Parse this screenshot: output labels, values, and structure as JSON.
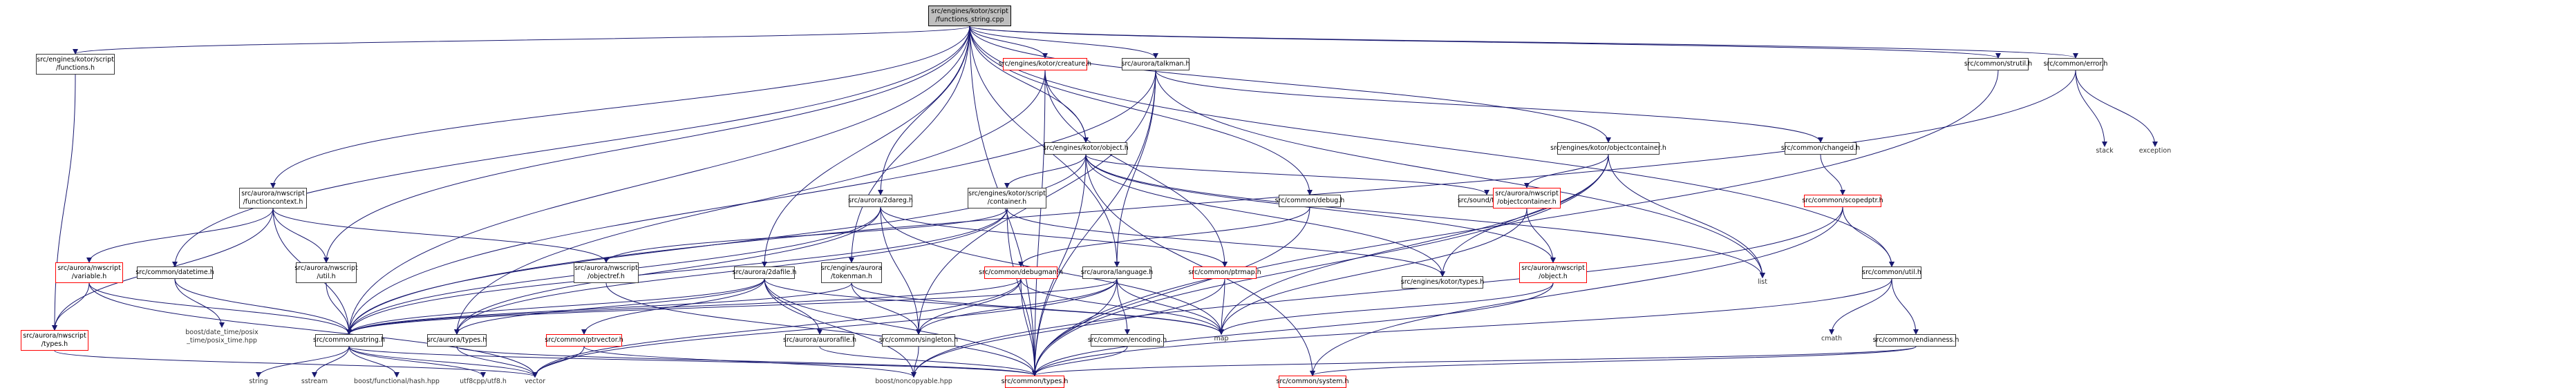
{
  "colors": {
    "edge": "#191970",
    "node_border": "#3a3a3a",
    "red_border": "#ff0000",
    "root_fill": "#bfbfbf"
  },
  "nodes": [
    {
      "id": "root",
      "label": "src/engines/kotor/script\n/functions_string.cpp",
      "style": "root"
    },
    {
      "id": "functions",
      "label": "src/engines/kotor/script\n/functions.h",
      "style": "box"
    },
    {
      "id": "creature",
      "label": "src/engines/kotor/creature.h",
      "style": "red"
    },
    {
      "id": "talkman",
      "label": "src/aurora/talkman.h",
      "style": "box"
    },
    {
      "id": "strutil",
      "label": "src/common/strutil.h",
      "style": "box"
    },
    {
      "id": "error",
      "label": "src/common/error.h",
      "style": "box"
    },
    {
      "id": "object",
      "label": "src/engines/kotor/object.h",
      "style": "box"
    },
    {
      "id": "objcontainer",
      "label": "src/engines/kotor/objectcontainer.h",
      "style": "box"
    },
    {
      "id": "changeid",
      "label": "src/common/changeid.h",
      "style": "box"
    },
    {
      "id": "stack",
      "label": "stack",
      "style": "plain"
    },
    {
      "id": "exception",
      "label": "exception",
      "style": "plain"
    },
    {
      "id": "funccontext",
      "label": "src/aurora/nwscript\n/functioncontext.h",
      "style": "box"
    },
    {
      "id": "container",
      "label": "src/engines/kotor/script\n/container.h",
      "style": "box"
    },
    {
      "id": "twoda",
      "label": "src/aurora/2dareg.h",
      "style": "box"
    },
    {
      "id": "debug",
      "label": "src/common/debug.h",
      "style": "box"
    },
    {
      "id": "soundtypes",
      "label": "src/sound/types.h",
      "style": "box"
    },
    {
      "id": "nwobjcontainer",
      "label": "src/aurora/nwscript\n/objectcontainer.h",
      "style": "red"
    },
    {
      "id": "scopedptr",
      "label": "src/common/scopedptr.h",
      "style": "red"
    },
    {
      "id": "variable",
      "label": "src/aurora/nwscript\n/variable.h",
      "style": "red"
    },
    {
      "id": "datetime",
      "label": "src/common/datetime.h",
      "style": "box"
    },
    {
      "id": "nwutil",
      "label": "src/aurora/nwscript\n/util.h",
      "style": "box"
    },
    {
      "id": "objectref",
      "label": "src/aurora/nwscript\n/objectref.h",
      "style": "box"
    },
    {
      "id": "twodafile",
      "label": "src/aurora/2dafile.h",
      "style": "box"
    },
    {
      "id": "tokenman",
      "label": "src/engines/aurora\n/tokenman.h",
      "style": "box"
    },
    {
      "id": "debugman",
      "label": "src/common/debugman.h",
      "style": "red"
    },
    {
      "id": "language",
      "label": "src/aurora/language.h",
      "style": "box"
    },
    {
      "id": "ptrmap",
      "label": "src/common/ptrmap.h",
      "style": "red"
    },
    {
      "id": "kotortypes",
      "label": "src/engines/kotor/types.h",
      "style": "box"
    },
    {
      "id": "nwobject",
      "label": "src/aurora/nwscript\n/object.h",
      "style": "red"
    },
    {
      "id": "list",
      "label": "list",
      "style": "plain"
    },
    {
      "id": "util",
      "label": "src/common/util.h",
      "style": "box"
    },
    {
      "id": "nwtypes",
      "label": "src/aurora/nwscript\n/types.h",
      "style": "red"
    },
    {
      "id": "boostdt",
      "label": "boost/date_time/posix\n_time/posix_time.hpp",
      "style": "plain"
    },
    {
      "id": "ustring",
      "label": "src/common/ustring.h",
      "style": "box"
    },
    {
      "id": "auroratypes",
      "label": "src/aurora/types.h",
      "style": "box"
    },
    {
      "id": "ptrvector",
      "label": "src/common/ptrvector.h",
      "style": "red"
    },
    {
      "id": "aurorafile",
      "label": "src/aurora/aurorafile.h",
      "style": "box"
    },
    {
      "id": "singleton",
      "label": "src/common/singleton.h",
      "style": "box"
    },
    {
      "id": "encoding",
      "label": "src/common/encoding.h",
      "style": "box"
    },
    {
      "id": "map",
      "label": "map",
      "style": "plain"
    },
    {
      "id": "cmath",
      "label": "cmath",
      "style": "plain"
    },
    {
      "id": "endianness",
      "label": "src/common/endianness.h",
      "style": "box"
    },
    {
      "id": "string",
      "label": "string",
      "style": "plain"
    },
    {
      "id": "sstream",
      "label": "sstream",
      "style": "plain"
    },
    {
      "id": "boosthash",
      "label": "boost/functional/hash.hpp",
      "style": "plain"
    },
    {
      "id": "utf8cpp",
      "label": "utf8cpp/utf8.h",
      "style": "plain"
    },
    {
      "id": "vector",
      "label": "vector",
      "style": "plain"
    },
    {
      "id": "noncopyable",
      "label": "boost/noncopyable.hpp",
      "style": "plain"
    },
    {
      "id": "commontypes",
      "label": "src/common/types.h",
      "style": "red"
    },
    {
      "id": "system",
      "label": "src/common/system.h",
      "style": "red"
    }
  ],
  "edges": [
    [
      "root",
      "functions"
    ],
    [
      "root",
      "creature"
    ],
    [
      "root",
      "talkman"
    ],
    [
      "root",
      "strutil"
    ],
    [
      "root",
      "error"
    ],
    [
      "root",
      "object"
    ],
    [
      "root",
      "objcontainer"
    ],
    [
      "root",
      "funccontext"
    ],
    [
      "root",
      "twoda"
    ],
    [
      "root",
      "debug"
    ],
    [
      "root",
      "datetime"
    ],
    [
      "root",
      "nwutil"
    ],
    [
      "root",
      "twodafile"
    ],
    [
      "root",
      "tokenman"
    ],
    [
      "root",
      "language"
    ],
    [
      "root",
      "util"
    ],
    [
      "root",
      "ustring"
    ],
    [
      "root",
      "commontypes"
    ],
    [
      "functions",
      "nwtypes"
    ],
    [
      "creature",
      "object"
    ],
    [
      "creature",
      "ptrmap"
    ],
    [
      "creature",
      "auroratypes"
    ],
    [
      "creature",
      "commontypes"
    ],
    [
      "talkman",
      "language"
    ],
    [
      "talkman",
      "singleton"
    ],
    [
      "talkman",
      "changeid"
    ],
    [
      "talkman",
      "ustring"
    ],
    [
      "talkman",
      "commontypes"
    ],
    [
      "talkman",
      "list"
    ],
    [
      "strutil",
      "commontypes"
    ],
    [
      "error",
      "stack"
    ],
    [
      "error",
      "exception"
    ],
    [
      "error",
      "ustring"
    ],
    [
      "object",
      "container"
    ],
    [
      "object",
      "kotortypes"
    ],
    [
      "object",
      "nwobject"
    ],
    [
      "object",
      "soundtypes"
    ],
    [
      "object",
      "list"
    ],
    [
      "object",
      "ustring"
    ],
    [
      "object",
      "commontypes"
    ],
    [
      "object",
      "system"
    ],
    [
      "objcontainer",
      "nwobjcontainer"
    ],
    [
      "objcontainer",
      "kotortypes"
    ],
    [
      "objcontainer",
      "list"
    ],
    [
      "objcontainer",
      "map"
    ],
    [
      "objcontainer",
      "commontypes"
    ],
    [
      "changeid",
      "scopedptr"
    ],
    [
      "funccontext",
      "variable"
    ],
    [
      "funccontext",
      "nwtypes"
    ],
    [
      "funccontext",
      "objectref"
    ],
    [
      "funccontext",
      "nwutil"
    ],
    [
      "funccontext",
      "ustring"
    ],
    [
      "container",
      "objectref"
    ],
    [
      "container",
      "ustring"
    ],
    [
      "container",
      "auroratypes"
    ],
    [
      "container",
      "commontypes"
    ],
    [
      "container",
      "kotortypes"
    ],
    [
      "twoda",
      "ptrmap"
    ],
    [
      "twoda",
      "singleton"
    ],
    [
      "twoda",
      "ustring"
    ],
    [
      "twoda",
      "auroratypes"
    ],
    [
      "twoda",
      "map"
    ],
    [
      "debug",
      "debugman"
    ],
    [
      "debug",
      "commontypes"
    ],
    [
      "nwobjcontainer",
      "nwobject"
    ],
    [
      "nwobjcontainer",
      "map"
    ],
    [
      "scopedptr",
      "util"
    ],
    [
      "scopedptr",
      "noncopyable"
    ],
    [
      "scopedptr",
      "system"
    ],
    [
      "variable",
      "nwtypes"
    ],
    [
      "variable",
      "ustring"
    ],
    [
      "variable",
      "vector"
    ],
    [
      "datetime",
      "ustring"
    ],
    [
      "datetime",
      "boostdt"
    ],
    [
      "nwutil",
      "ustring"
    ],
    [
      "objectref",
      "commontypes"
    ],
    [
      "twodafile",
      "ustring"
    ],
    [
      "twodafile",
      "aurorafile"
    ],
    [
      "twodafile",
      "ptrvector"
    ],
    [
      "twodafile",
      "auroratypes"
    ],
    [
      "twodafile",
      "map"
    ],
    [
      "twodafile",
      "noncopyable"
    ],
    [
      "twodafile",
      "commontypes"
    ],
    [
      "tokenman",
      "singleton"
    ],
    [
      "tokenman",
      "ustring"
    ],
    [
      "tokenman",
      "map"
    ],
    [
      "debugman",
      "singleton"
    ],
    [
      "debugman",
      "ustring"
    ],
    [
      "debugman",
      "map"
    ],
    [
      "debugman",
      "vector"
    ],
    [
      "debugman",
      "commontypes"
    ],
    [
      "language",
      "singleton"
    ],
    [
      "language",
      "encoding"
    ],
    [
      "language",
      "map"
    ],
    [
      "language",
      "ustring"
    ],
    [
      "language",
      "vector"
    ],
    [
      "language",
      "commontypes"
    ],
    [
      "ptrmap",
      "map"
    ],
    [
      "ptrmap",
      "noncopyable"
    ],
    [
      "nwobject",
      "map"
    ],
    [
      "nwobject",
      "commontypes"
    ],
    [
      "util",
      "cmath"
    ],
    [
      "util",
      "endianness"
    ],
    [
      "util",
      "commontypes"
    ],
    [
      "nwtypes",
      "vector"
    ],
    [
      "ustring",
      "string"
    ],
    [
      "ustring",
      "sstream"
    ],
    [
      "ustring",
      "boosthash"
    ],
    [
      "ustring",
      "utf8cpp"
    ],
    [
      "ustring",
      "vector"
    ],
    [
      "ustring",
      "commontypes"
    ],
    [
      "auroratypes",
      "vector"
    ],
    [
      "auroratypes",
      "commontypes"
    ],
    [
      "ptrvector",
      "vector"
    ],
    [
      "ptrvector",
      "noncopyable"
    ],
    [
      "aurorafile",
      "commontypes"
    ],
    [
      "singleton",
      "noncopyable"
    ],
    [
      "encoding",
      "commontypes"
    ],
    [
      "endianness",
      "commontypes"
    ],
    [
      "endianness",
      "system"
    ]
  ]
}
